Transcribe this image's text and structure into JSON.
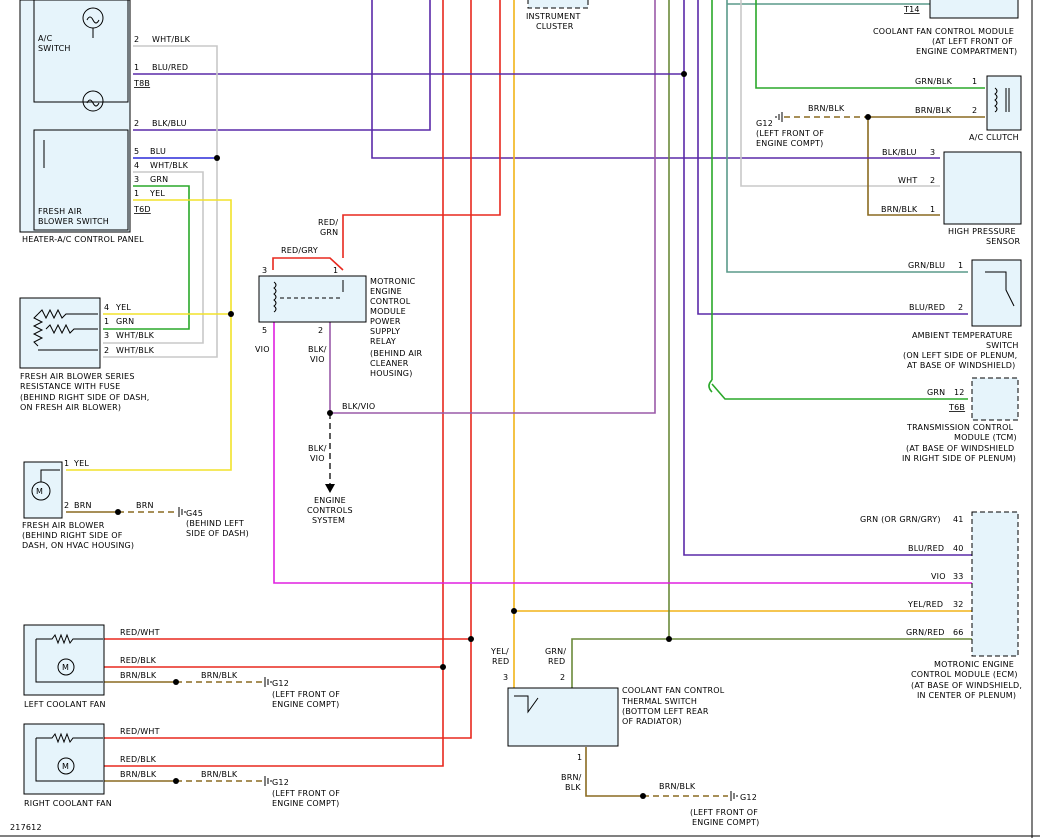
{
  "diagram_id": "217612",
  "components": {
    "ac_switch": [
      "A/C",
      "SWITCH"
    ],
    "fresh_air_blower_switch": [
      "FRESH AIR",
      "BLOWER SWITCH"
    ],
    "heater_ac_control_panel": "HEATER-A/C CONTROL PANEL",
    "instrument_cluster": [
      "INSTRUMENT",
      "CLUSTER"
    ],
    "coolant_fan_control_module": [
      "COOLANT FAN CONTROL MODULE",
      "(AT LEFT FRONT OF",
      "ENGINE COMPARTMENT)"
    ],
    "ac_clutch": "A/C CLUTCH",
    "g12_ground": [
      "G12",
      "(LEFT FRONT OF",
      "ENGINE COMPT)"
    ],
    "high_pressure_sensor": [
      "HIGH PRESSURE",
      "SENSOR"
    ],
    "motronic_relay": [
      "MOTRONIC",
      "ENGINE",
      "CONTROL",
      "MODULE",
      "POWER",
      "SUPPLY",
      "RELAY",
      "(BEHIND AIR",
      "CLEANER",
      "HOUSING)"
    ],
    "ambient_temp_switch": [
      "AMBIENT TEMPERATURE",
      "SWITCH",
      "(ON LEFT SIDE OF PLENUM,",
      "AT BASE OF WINDSHIELD)"
    ],
    "blower_resistance": [
      "FRESH AIR BLOWER SERIES",
      "RESISTANCE WITH FUSE",
      "(BEHIND RIGHT SIDE OF DASH,",
      "ON FRESH AIR BLOWER)"
    ],
    "tcm": [
      "TRANSMISSION CONTROL",
      "MODULE (TCM)",
      "(AT BASE OF WINDSHIELD",
      "IN RIGHT SIDE OF PLENUM)"
    ],
    "fresh_air_blower": [
      "FRESH AIR BLOWER",
      "(BEHIND RIGHT SIDE OF",
      "DASH, ON HVAC HOUSING)"
    ],
    "g45_ground": [
      "G45",
      "(BEHIND LEFT",
      "SIDE OF DASH)"
    ],
    "engine_controls": [
      "ENGINE",
      "CONTROLS",
      "SYSTEM"
    ],
    "ecm": [
      "MOTRONIC ENGINE",
      "CONTROL MODULE (ECM)",
      "(AT BASE OF WINDSHIELD,",
      "IN CENTER OF PLENUM)"
    ],
    "left_coolant_fan": "LEFT COOLANT FAN",
    "right_coolant_fan": "RIGHT COOLANT FAN",
    "thermal_switch": [
      "COOLANT FAN CONTROL",
      "THERMAL SWITCH",
      "(BOTTOM LEFT REAR",
      "OF RADIATOR)"
    ]
  },
  "connectors": {
    "t8b": "T8B",
    "t6d": "T6D",
    "t14": "T14",
    "t6b": "T6B"
  },
  "wires": {
    "cp_2": [
      "2",
      "WHT/BLK"
    ],
    "cp_1": [
      "1",
      "BLU/RED"
    ],
    "cp_2b": [
      "2",
      "BLK/BLU"
    ],
    "cp_5": [
      "5",
      "BLU"
    ],
    "cp_4": [
      "4",
      "WHT/BLK"
    ],
    "cp_3": [
      "3",
      "GRN"
    ],
    "cp_1b": [
      "1",
      "YEL"
    ],
    "res_4": [
      "4",
      "YEL"
    ],
    "res_1": [
      "1",
      "GRN"
    ],
    "res_3": [
      "3",
      "WHT/BLK"
    ],
    "res_2": [
      "2",
      "WHT/BLK"
    ],
    "blower_1": [
      "1",
      "YEL"
    ],
    "blower_2": [
      "2",
      "BRN"
    ],
    "blower_brn": "BRN",
    "relay_red_grn": [
      "RED/",
      "GRN"
    ],
    "relay_red_gry": "RED/GRY",
    "relay_pins": [
      "3",
      "1",
      "5",
      "2"
    ],
    "relay_vio": "VIO",
    "relay_blk_vio": [
      "BLK/",
      "VIO"
    ],
    "blk_vio_h": "BLK/VIO",
    "blk_vio_down": [
      "BLK/",
      "VIO"
    ],
    "clutch_grn_blk": "GRN/BLK",
    "clutch_pin1": "1",
    "clutch_brn_blk": "BRN/BLK",
    "clutch_pin2": "2",
    "g12_brn_blk": "BRN/BLK",
    "hps_3": [
      "BLK/BLU",
      "3"
    ],
    "hps_2": [
      "WHT",
      "2"
    ],
    "hps_1": [
      "BRN/BLK",
      "1"
    ],
    "amb_1": [
      "GRN/BLU",
      "1"
    ],
    "amb_2": [
      "BLU/RED",
      "2"
    ],
    "tcm_12": [
      "GRN",
      "12"
    ],
    "ecm_41": [
      "GRN (OR GRN/GRY)",
      "41"
    ],
    "ecm_40": [
      "BLU/RED",
      "40"
    ],
    "ecm_33": [
      "VIO",
      "33"
    ],
    "ecm_32": [
      "YEL/RED",
      "32"
    ],
    "ecm_66": [
      "GRN/RED",
      "66"
    ],
    "lf_red_wht": "RED/WHT",
    "lf_red_blk": "RED/BLK",
    "lf_brn_blk": "BRN/BLK",
    "lf_brn_blk2": "BRN/BLK",
    "rf_red_wht": "RED/WHT",
    "rf_red_blk": "RED/BLK",
    "rf_brn_blk": "BRN/BLK",
    "rf_brn_blk2": "BRN/BLK",
    "ts_yel_red": [
      "YEL/",
      "RED"
    ],
    "ts_grn_red": [
      "GRN/",
      "RED"
    ],
    "ts_pins": [
      "3",
      "2",
      "1"
    ],
    "ts_brn_blk": [
      "BRN/",
      "BLK"
    ],
    "ts_brn_blk2": "BRN/BLK"
  },
  "colors": {
    "red": "#e8281e",
    "blue": "#2a2ad8",
    "purple": "#5a2aa8",
    "violet": "#e020e0",
    "yellow": "#f2e22a",
    "orange_yellow": "#f2b418",
    "green": "#2aa82a",
    "olive": "#6a8a3a",
    "brown": "#8a6a20",
    "gray": "#a8a8a8",
    "teal": "#5a9a8a",
    "dark": "#000000"
  }
}
